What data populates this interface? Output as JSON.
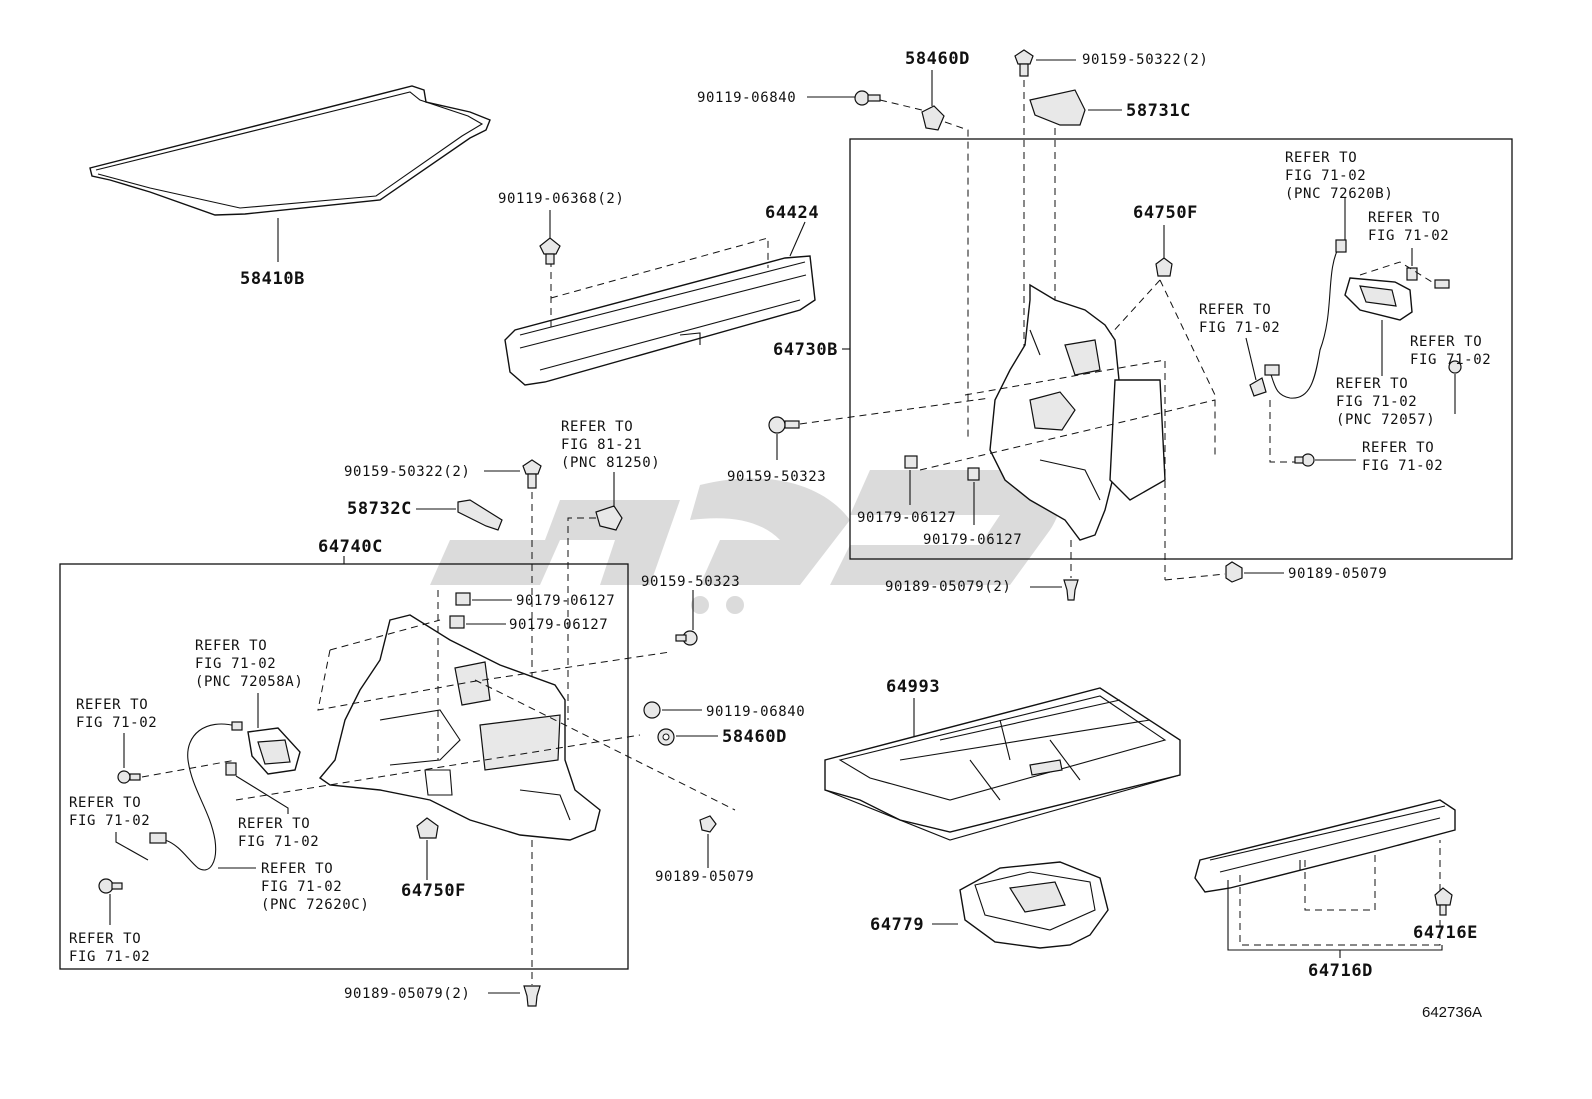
{
  "diagram_id": "642736A",
  "labels": {
    "p58410B": "58410B",
    "p64424": "64424",
    "p90119_06368": "90119-06368(2)",
    "p58460D_top": "58460D",
    "p90159_50322_top": "90159-50322(2)",
    "p90119_06840_top": "90119-06840",
    "p58731C": "58731C",
    "p64750F_top": "64750F",
    "p64730B": "64730B",
    "p90159_50323_top": "90159-50323",
    "p90179_06127_a": "90179-06127",
    "p90179_06127_b": "90179-06127",
    "p90189_05079_2_mid": "90189-05079(2)",
    "p90189_05079_right": "90189-05079",
    "p90159_50322_left": "90159-50322(2)",
    "p58732C": "58732C",
    "p64740C": "64740C",
    "p90179_06127_c": "90179-06127",
    "p90179_06127_d": "90179-06127",
    "p90159_50323_mid": "90159-50323",
    "p90119_06840_mid": "90119-06840",
    "p58460D_mid": "58460D",
    "p64750F_low": "64750F",
    "p90189_05079_low": "90189-05079",
    "p90189_05079_2_bottom": "90189-05079(2)",
    "p64993": "64993",
    "p64779": "64779",
    "p64716E": "64716E",
    "p64716D": "64716D"
  },
  "refer": {
    "r8121_l1": "REFER TO",
    "r8121_l2": "FIG 81-21",
    "r8121_l3": "(PNC 81250)",
    "r620B_l1": "REFER TO",
    "r620B_l2": "FIG 71-02",
    "r620B_l3": "(PNC 72620B)",
    "rA_l1": "REFER TO",
    "rA_l2": "FIG 71-02",
    "rB_l1": "REFER TO",
    "rB_l2": "FIG 71-02",
    "rC_l1": "REFER TO",
    "rC_l2": "FIG 71-02",
    "r057_l1": "REFER TO",
    "r057_l2": "FIG 71-02",
    "r057_l3": "(PNC 72057)",
    "rD_l1": "REFER TO",
    "rD_l2": "FIG 71-02",
    "r058A_l1": "REFER TO",
    "r058A_l2": "FIG 71-02",
    "r058A_l3": "(PNC 72058A)",
    "rE_l1": "REFER TO",
    "rE_l2": "FIG 71-02",
    "rF_l1": "REFER TO",
    "rF_l2": "FIG 71-02",
    "rG_l1": "REFER TO",
    "rG_l2": "FIG 71-02",
    "r620C_l1": "REFER TO",
    "r620C_l2": "FIG 71-02",
    "r620C_l3": "(PNC 72620C)",
    "rH_l1": "REFER TO",
    "rH_l2": "FIG 71-02"
  },
  "colors": {
    "ink": "#111111",
    "watermark": "#cfcfcf",
    "background": "#ffffff"
  }
}
